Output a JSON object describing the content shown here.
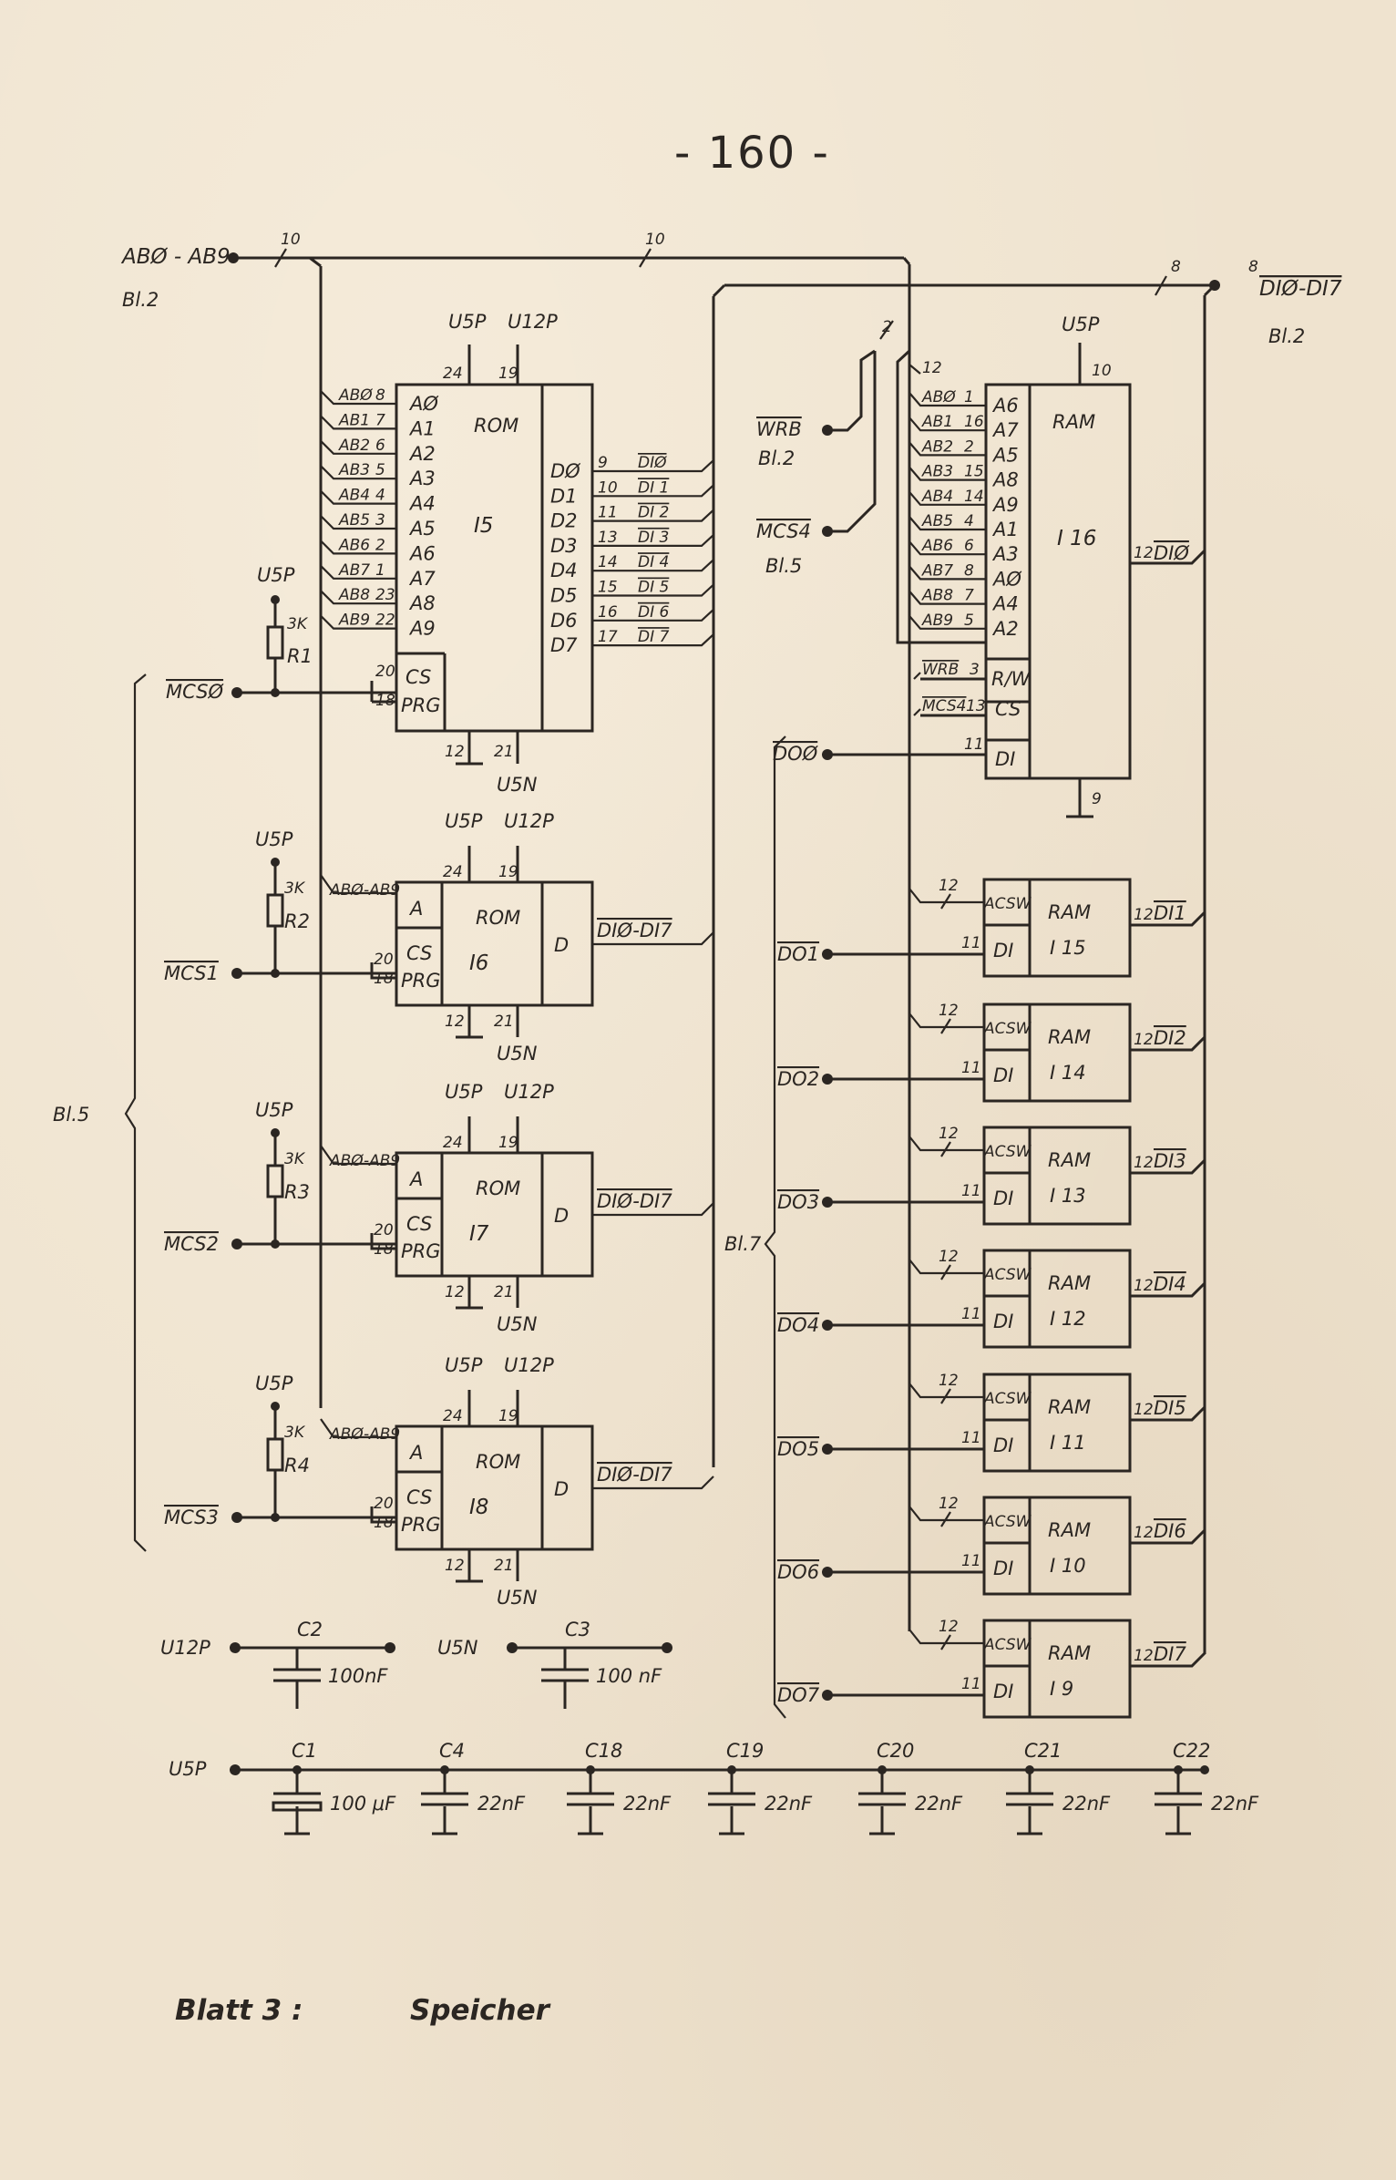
{
  "page": {
    "number": "- 160 -",
    "sheet": "Blatt 3 :",
    "title": "Speicher"
  },
  "buses": {
    "address_bus": "ABØ - AB9",
    "address_ref": "Bl.2",
    "address_width": "10",
    "data_bus": "DIØ-DI7",
    "data_ref": "Bl.2",
    "data_width": "8",
    "cs_ref": "Bl.5",
    "do_ref": "Bl.7"
  },
  "rom_i5": {
    "type": "ROM",
    "name": "I5",
    "vcc": "U5P",
    "vpp": "U12P",
    "vcc_pin": "24",
    "vpp_pin": "19",
    "gnd_pin": "12",
    "neg_pin": "21",
    "neg": "U5N",
    "cs_pin": "20",
    "prg_pin": "18",
    "cs_label": "CS",
    "prg_label": "PRG",
    "addr_pins": [
      {
        "net": "ABØ",
        "pin": "8",
        "label": "AØ"
      },
      {
        "net": "AB1",
        "pin": "7",
        "label": "A1"
      },
      {
        "net": "AB2",
        "pin": "6",
        "label": "A2"
      },
      {
        "net": "AB3",
        "pin": "5",
        "label": "A3"
      },
      {
        "net": "AB4",
        "pin": "4",
        "label": "A4"
      },
      {
        "net": "AB5",
        "pin": "3",
        "label": "A5"
      },
      {
        "net": "AB6",
        "pin": "2",
        "label": "A6"
      },
      {
        "net": "AB7",
        "pin": "1",
        "label": "A7"
      },
      {
        "net": "AB8",
        "pin": "23",
        "label": "A8"
      },
      {
        "net": "AB9",
        "pin": "22",
        "label": "A9"
      }
    ],
    "data_pins": [
      {
        "label": "DØ",
        "pin": "9",
        "net": "DIØ"
      },
      {
        "label": "D1",
        "pin": "10",
        "net": "DI 1"
      },
      {
        "label": "D2",
        "pin": "11",
        "net": "DI 2"
      },
      {
        "label": "D3",
        "pin": "13",
        "net": "DI 3"
      },
      {
        "label": "D4",
        "pin": "14",
        "net": "DI 4"
      },
      {
        "label": "D5",
        "pin": "15",
        "net": "DI 5"
      },
      {
        "label": "D6",
        "pin": "16",
        "net": "DI 6"
      },
      {
        "label": "D7",
        "pin": "17",
        "net": "DI 7"
      }
    ]
  },
  "small_roms": [
    {
      "name": "I6",
      "cs_net": "MCS1",
      "r_name": "R2",
      "r_value": "3K",
      "pull": "U5P",
      "addr": "ABØ-AB9",
      "data": "DIØ-DI7",
      "vcc": "U5P",
      "vpp": "U12P",
      "neg": "U5N",
      "p_vcc": "24",
      "p_vpp": "19",
      "p_gnd": "12",
      "p_neg": "21",
      "p_cs": "20",
      "p_prg": "18",
      "type": "ROM",
      "a": "A",
      "d": "D",
      "cs": "CS",
      "prg": "PRG"
    },
    {
      "name": "I7",
      "cs_net": "MCS2",
      "r_name": "R3",
      "r_value": "3K",
      "pull": "U5P",
      "addr": "ABØ-AB9",
      "data": "DIØ-DI7",
      "vcc": "U5P",
      "vpp": "U12P",
      "neg": "U5N",
      "p_vcc": "24",
      "p_vpp": "19",
      "p_gnd": "12",
      "p_neg": "21",
      "p_cs": "20",
      "p_prg": "18",
      "type": "ROM",
      "a": "A",
      "d": "D",
      "cs": "CS",
      "prg": "PRG"
    },
    {
      "name": "I8",
      "cs_net": "MCS3",
      "r_name": "R4",
      "r_value": "3K",
      "pull": "U5P",
      "addr": "ABØ-AB9",
      "data": "DIØ-DI7",
      "vcc": "U5P",
      "vpp": "U12P",
      "neg": "U5N",
      "p_vcc": "24",
      "p_vpp": "19",
      "p_gnd": "12",
      "p_neg": "21",
      "p_cs": "20",
      "p_prg": "18",
      "type": "ROM",
      "a": "A",
      "d": "D",
      "cs": "CS",
      "prg": "PRG"
    }
  ],
  "rom_i5_cs": {
    "net": "MCSØ",
    "r_name": "R1",
    "r_value": "3K",
    "pull": "U5P"
  },
  "ram_i16": {
    "type": "RAM",
    "name": "I 16",
    "vcc": "U5P",
    "vcc_pin": "10",
    "gnd_pin": "9",
    "wrb": "WRB",
    "wrb_ref": "Bl.2",
    "mcs4": "MCS4",
    "mcs4_ref": "Bl.5",
    "bus_width_top": "2",
    "bus_width_side": "12",
    "addr_pins": [
      {
        "net": "ABØ",
        "pin": "1",
        "label": "A6"
      },
      {
        "net": "AB1",
        "pin": "16",
        "label": "A7"
      },
      {
        "net": "AB2",
        "pin": "2",
        "label": "A5"
      },
      {
        "net": "AB3",
        "pin": "15",
        "label": "A8"
      },
      {
        "net": "AB4",
        "pin": "14",
        "label": "A9"
      },
      {
        "net": "AB5",
        "pin": "4",
        "label": "A1"
      },
      {
        "net": "AB6",
        "pin": "6",
        "label": "A3"
      },
      {
        "net": "AB7",
        "pin": "8",
        "label": "AØ"
      },
      {
        "net": "AB8",
        "pin": "7",
        "label": "A4"
      },
      {
        "net": "AB9",
        "pin": "5",
        "label": "A2"
      }
    ],
    "rw_net": "WRB",
    "rw_pin": "3",
    "rw_label": "R/W",
    "cs_net": "MCS4",
    "cs_pin": "13",
    "cs_label": "CS",
    "di_net": "DOØ",
    "di_pin": "11",
    "di_label": "DI",
    "out_pin": "12",
    "out_net": "DIØ"
  },
  "ram_rows": [
    {
      "name": "I 15",
      "do": "DO1",
      "out": "DI1"
    },
    {
      "name": "I 14",
      "do": "DO2",
      "out": "DI2"
    },
    {
      "name": "I 13",
      "do": "DO3",
      "out": "DI3"
    },
    {
      "name": "I 12",
      "do": "DO4",
      "out": "DI4"
    },
    {
      "name": "I 11",
      "do": "DO5",
      "out": "DI5"
    },
    {
      "name": "I 10",
      "do": "DO6",
      "out": "DI6"
    },
    {
      "name": "I 9",
      "do": "DO7",
      "out": "DI7"
    }
  ],
  "ram_common": {
    "type": "RAM",
    "acsw": "ACSW",
    "di": "DI",
    "bus_pin": "12",
    "di_pin": "11",
    "out_pin": "12"
  },
  "caps_top": [
    {
      "rail": "U12P",
      "name": "C2",
      "value": "100nF"
    },
    {
      "rail": "U5N",
      "name": "C3",
      "value": "100 nF"
    }
  ],
  "caps_bottom": {
    "rail": "U5P",
    "items": [
      {
        "name": "C1",
        "value": "100 μF"
      },
      {
        "name": "C4",
        "value": "22nF"
      },
      {
        "name": "C18",
        "value": "22nF"
      },
      {
        "name": "C19",
        "value": "22nF"
      },
      {
        "name": "C20",
        "value": "22nF"
      },
      {
        "name": "C21",
        "value": "22nF"
      },
      {
        "name": "C22",
        "value": "22nF"
      }
    ]
  }
}
